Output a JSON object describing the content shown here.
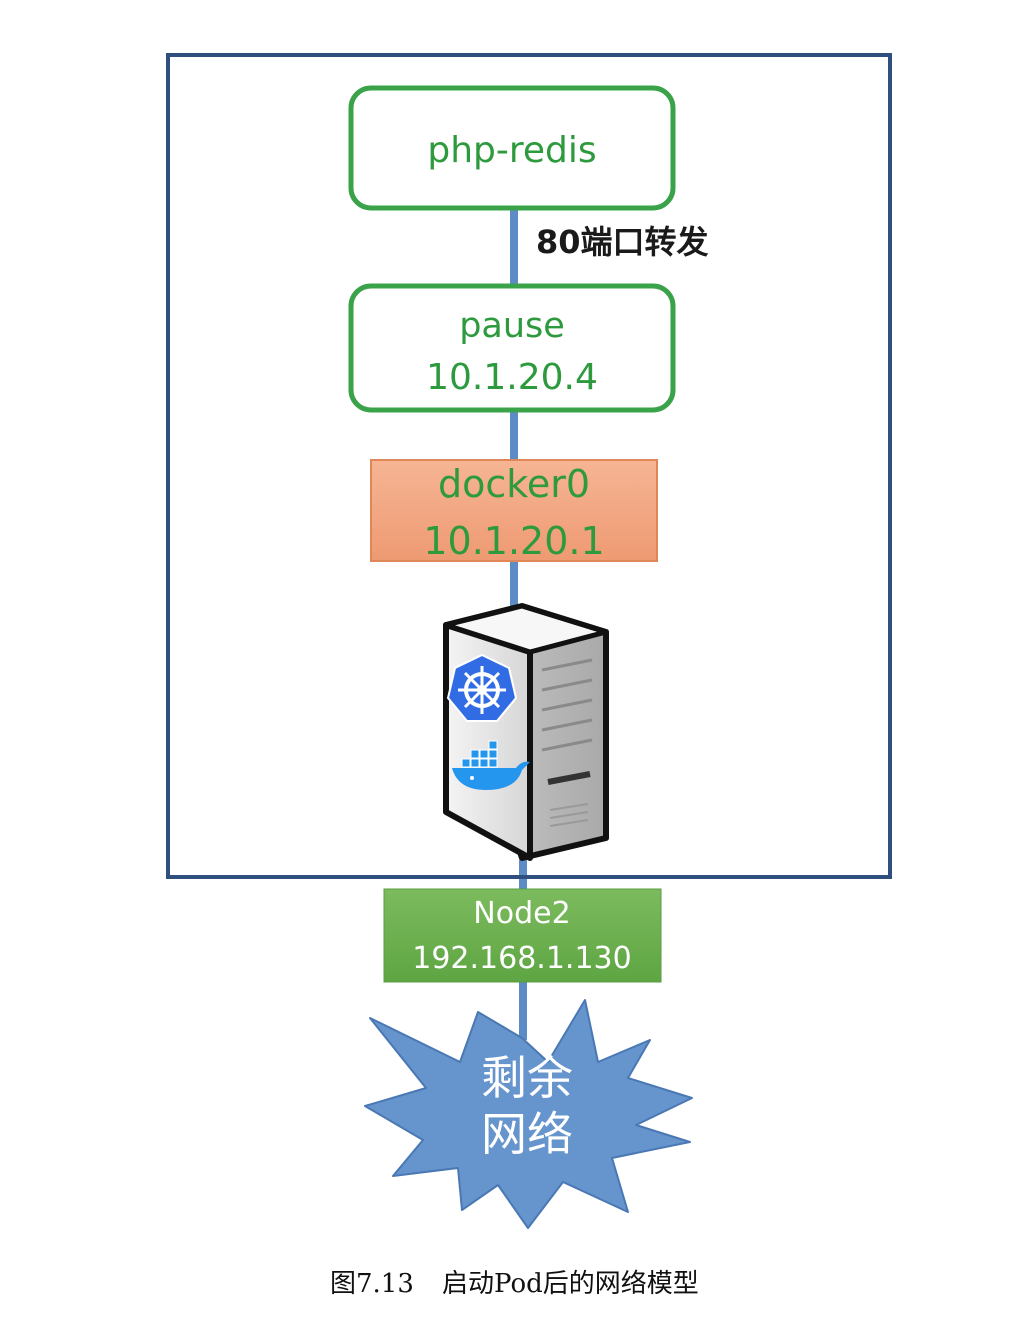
{
  "pod": {
    "container_label": "php-redis",
    "port_forward_label": "80端口转发",
    "pause_label": "pause",
    "pause_ip": "10.1.20.4"
  },
  "bridge": {
    "name": "docker0",
    "ip": "10.1.20.1"
  },
  "host": {
    "icons": [
      "kubernetes-icon",
      "docker-icon"
    ]
  },
  "node": {
    "name": "Node2",
    "ip": "192.168.1.130"
  },
  "network": {
    "line1": "剩余",
    "line2": "网络"
  },
  "caption": {
    "figure_number": "图7.13",
    "title": "启动Pod后的网络模型"
  },
  "colors": {
    "frame": "#2f4f7f",
    "link": "#5b8cc6",
    "pod_border": "#3aa34a",
    "pod_text": "#2e9a3e",
    "bridge_fill": "#f2a47c",
    "node_fill": "#6db04f",
    "network_fill": "#6694cc"
  }
}
